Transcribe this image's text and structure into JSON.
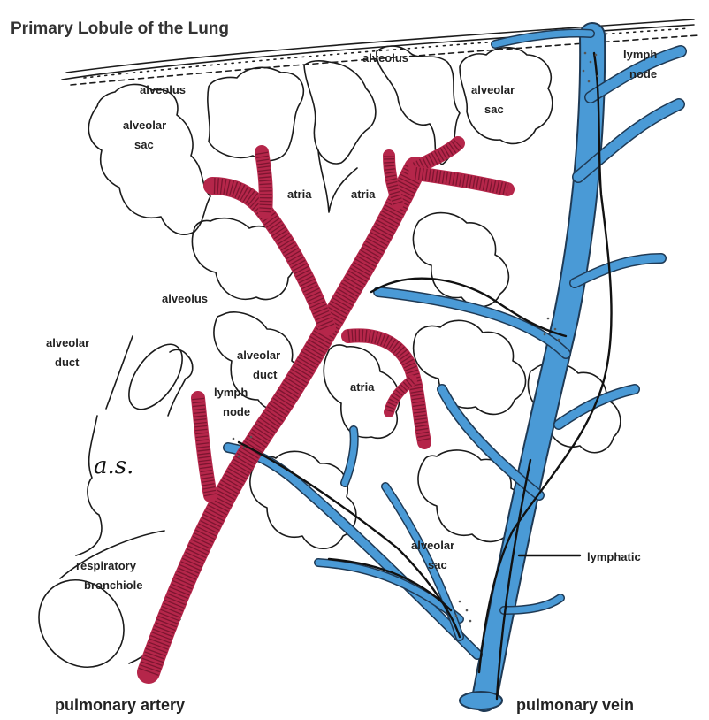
{
  "title": "Primary Lobule of the Lung",
  "labels": {
    "alveolus_top": "alveolus",
    "alveolus_left": "alveolus",
    "alveolus_mid": "alveolus",
    "alveolar_sac_left": "alveolar",
    "alveolar_sac_left_2": "sac",
    "alveolar_sac_right": "alveolar",
    "alveolar_sac_right_2": "sac",
    "alveolar_sac_bottom": "alveolar",
    "alveolar_sac_bottom_2": "sac",
    "atria_1": "atria",
    "atria_2": "atria",
    "atria_3": "atria",
    "alveolar_duct_left": "alveolar",
    "alveolar_duct_left_2": "duct",
    "alveolar_duct_mid": "alveolar",
    "alveolar_duct_mid_2": "duct",
    "lymph_node_top": "lymph",
    "lymph_node_top_2": "node",
    "lymph_node_mid": "lymph",
    "lymph_node_mid_2": "node",
    "as_mark": "a.s.",
    "respiratory_bronchiole": "respiratory",
    "respiratory_bronchiole_2": "bronchiole",
    "lymphatic": "lymphatic"
  },
  "captions": {
    "pulmonary_artery": "pulmonary artery",
    "pulmonary_vein": "pulmonary vein"
  },
  "colors": {
    "artery": "#b5264a",
    "vein": "#4a9ad6",
    "outline": "#1b1b1b"
  }
}
